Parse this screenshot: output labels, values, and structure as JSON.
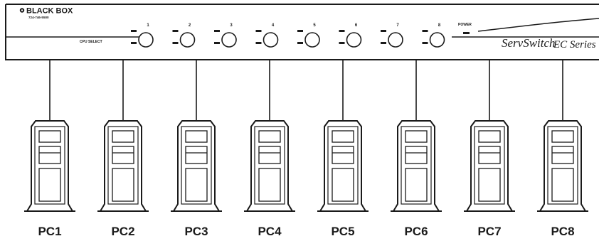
{
  "switch": {
    "brand": "BLACK BOX",
    "phone": "724-746-5500",
    "cpu_select_label": "CPU SELECT",
    "power_label": "POWER",
    "model_name": "ServSwitch",
    "model_series": "EC Series",
    "ports": [
      "1",
      "2",
      "3",
      "4",
      "5",
      "6",
      "7",
      "8"
    ]
  },
  "computers": [
    "PC1",
    "PC2",
    "PC3",
    "PC4",
    "PC5",
    "PC6",
    "PC7",
    "PC8"
  ]
}
